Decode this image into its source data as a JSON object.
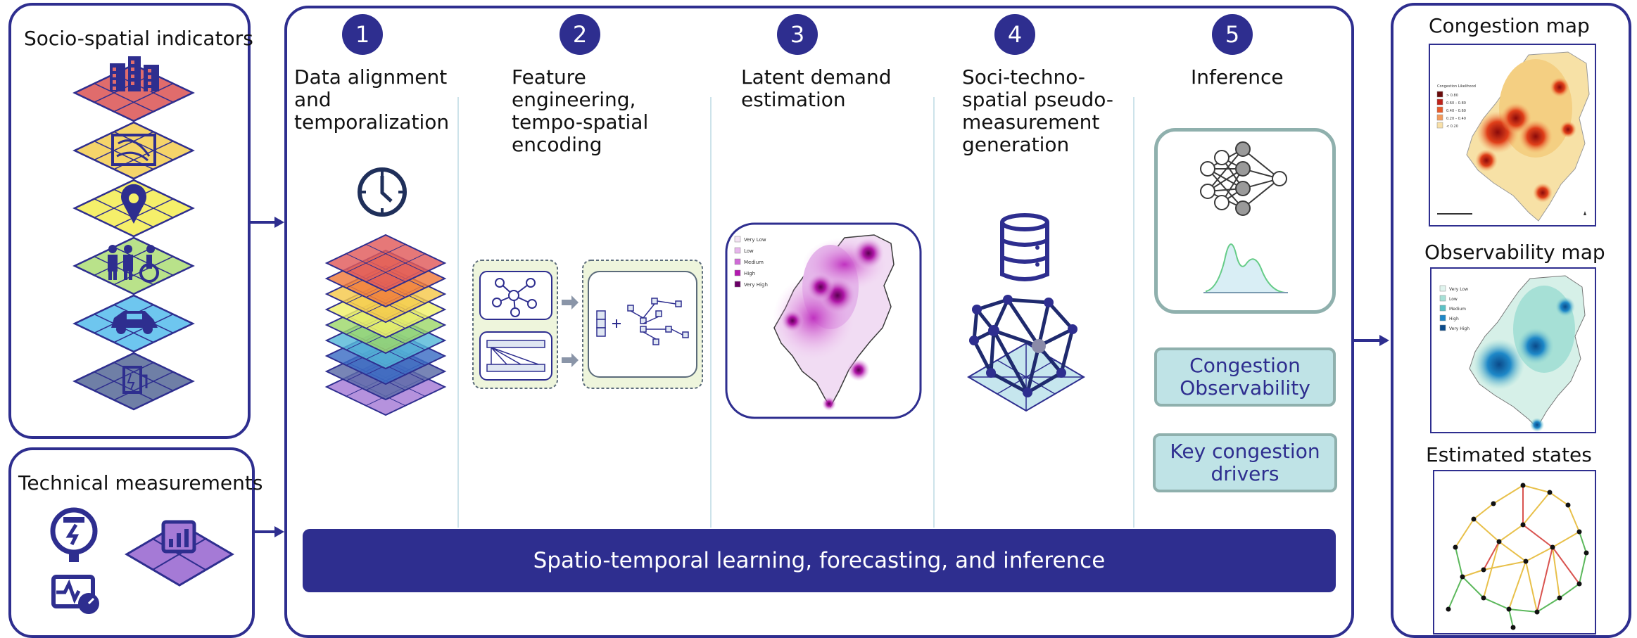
{
  "left_panel": {
    "socio_title": "Socio-spatial indicators",
    "technical_title": "Technical measurements"
  },
  "steps": [
    {
      "number": "1",
      "title_lines": [
        "Data alignment",
        "and",
        "temporalization"
      ]
    },
    {
      "number": "2",
      "title_lines": [
        "Feature",
        "engineering,",
        "tempo-spatial",
        "encoding"
      ]
    },
    {
      "number": "3",
      "title_lines": [
        "Latent demand",
        "estimation"
      ]
    },
    {
      "number": "4",
      "title_lines": [
        "Soci-techno-",
        "spatial pseudo-",
        "measurement",
        "generation"
      ]
    },
    {
      "number": "5",
      "title_lines": [
        "Inference"
      ]
    }
  ],
  "demand_legend": [
    "Very Low",
    "Low",
    "Medium",
    "High",
    "Very High"
  ],
  "outputs": {
    "box1_lines": [
      "Congestion",
      "Observability"
    ],
    "box2_lines": [
      "Key congestion",
      "drivers"
    ]
  },
  "bottom_bar": "Spatio-temporal learning, forecasting, and inference",
  "right_panel": {
    "congestion_title": "Congestion map",
    "observability_title": "Observability map",
    "states_title": "Estimated states"
  },
  "congestion_legend": {
    "title": "Congestion Likelihood",
    "items": [
      "> 0.80",
      "0.60 – 0.80",
      "0.40 – 0.60",
      "0.20 – 0.40",
      "< 0.20"
    ]
  },
  "observability_legend": [
    "Very Low",
    "Low",
    "Medium",
    "High",
    "Very High"
  ],
  "colors": {
    "accent": "#2e2e8f",
    "output_box": "#bfe3e6",
    "output_border": "#8fb0ad",
    "divider": "#cde3ea"
  },
  "layer_colors": [
    "#e06c6c",
    "#f5d46a",
    "#f5ef6a",
    "#b9e28a",
    "#6ec6ef",
    "#6f7fa6"
  ],
  "stack_colors": [
    "#a57ad6",
    "#5a6aa6",
    "#3a6cc4",
    "#56b8d8",
    "#9ed86a",
    "#f0f06a",
    "#f5c84a",
    "#f07a3a",
    "#e05a5a"
  ]
}
